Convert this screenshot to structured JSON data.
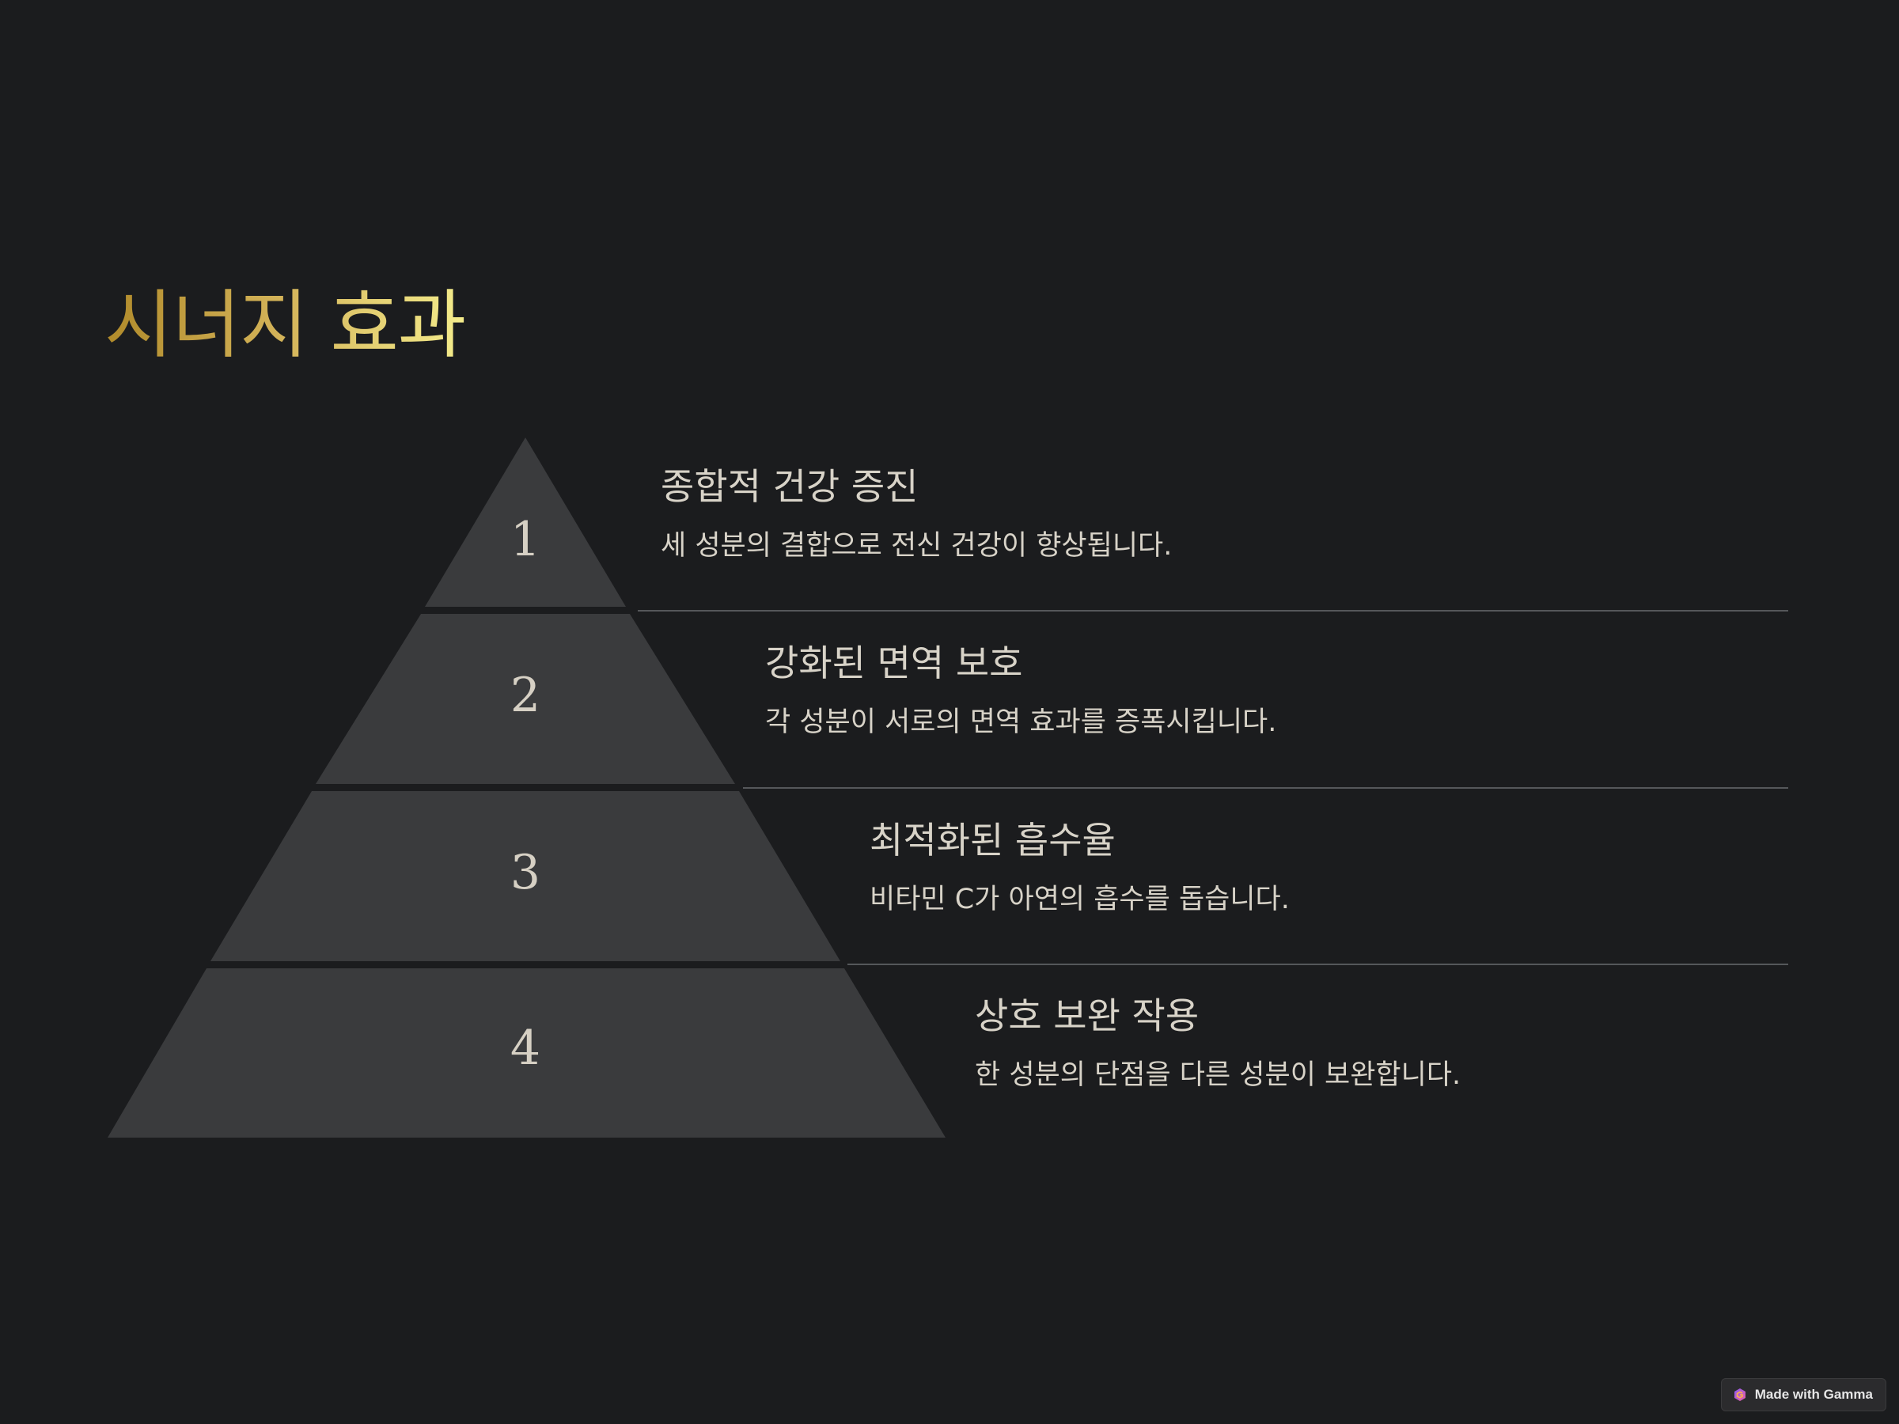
{
  "slide": {
    "title": "시너지 효과",
    "title_gradient": [
      "#b08a2a",
      "#f4ec8c"
    ],
    "background": "#1b1c1e",
    "segment_color": "#3a3b3d"
  },
  "pyramid": {
    "levels": [
      {
        "number": "1",
        "heading": "종합적 건강 증진",
        "description": "세 성분의 결합으로 전신 건강이 향상됩니다."
      },
      {
        "number": "2",
        "heading": "강화된 면역 보호",
        "description": "각 성분이 서로의 면역 효과를 증폭시킵니다."
      },
      {
        "number": "3",
        "heading": "최적화된 흡수율",
        "description": "비타민 C가 아연의 흡수를 돕습니다."
      },
      {
        "number": "4",
        "heading": "상호 보완 작용",
        "description": "한 성분의 단점을 다른 성분이 보완합니다."
      }
    ]
  },
  "badge": {
    "label": "Made with Gamma",
    "icon": "gamma-logo-icon"
  }
}
